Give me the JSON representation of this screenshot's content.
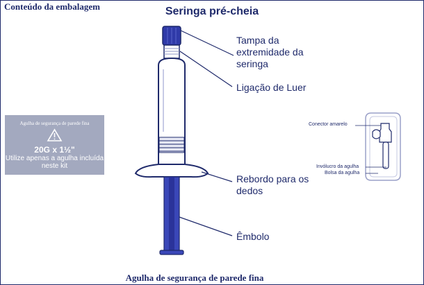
{
  "header": {
    "package_contents": "Conteúdo da embalagem",
    "title": "Seringa pré-cheia"
  },
  "syringe_callouts": {
    "tip_cap": "Tampa da extremidade da seringa",
    "luer_lock": "Ligação de Luer",
    "finger_flange": "Rebordo para os dedos",
    "plunger": "Êmbolo"
  },
  "needle_label": {
    "title": "Agulha de segurança de parede fina",
    "gauge": "20G x 1½\"",
    "note": "Utilize apenas a agulha incluída neste kit"
  },
  "needle_callouts": {
    "yellow_connector": "Conector amarelo",
    "needle_sheath": "Invólucro da agulha",
    "needle_pouch": "Bolsa da agulha"
  },
  "footer": {
    "caption": "Agulha de segurança de parede fina"
  },
  "colors": {
    "ink": "#1f2a6b",
    "label_bg": "#a3a9bf",
    "plunger": "#3a47b8",
    "cap": "#2f3aa8"
  }
}
